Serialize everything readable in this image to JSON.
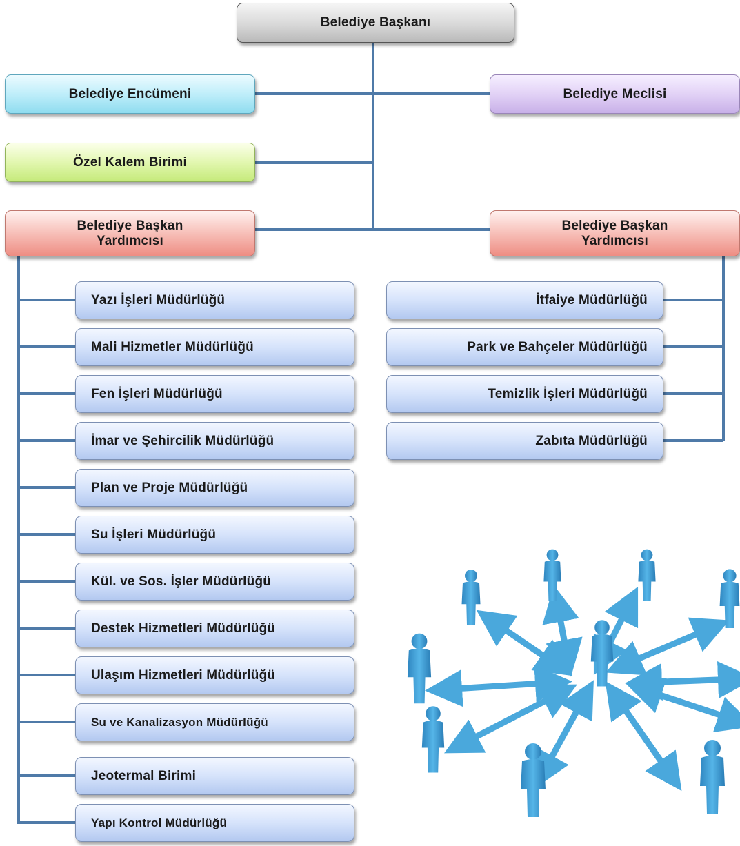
{
  "top": {
    "mayor": "Belediye Başkanı"
  },
  "council": {
    "encumen": "Belediye Encümeni",
    "meclis": "Belediye Meclisi"
  },
  "office": {
    "ozel_kalem": "Özel Kalem Birimi"
  },
  "deputies": {
    "left": {
      "line1": "Belediye Başkan",
      "line2": "Yardımcısı"
    },
    "right": {
      "line1": "Belediye Başkan",
      "line2": "Yardımcısı"
    }
  },
  "left_units": [
    "Yazı İşleri Müdürlüğü",
    "Mali Hizmetler Müdürlüğü",
    "Fen İşleri Müdürlüğü",
    "İmar ve Şehircilik Müdürlüğü",
    "Plan ve Proje Müdürlüğü",
    "Su İşleri Müdürlüğü",
    "Kül. ve Sos. İşler Müdürlüğü",
    "Destek Hizmetleri Müdürlüğü",
    "Ulaşım Hizmetleri Müdürlüğü",
    "Su ve Kanalizasyon Müdürlüğü",
    "Jeotermal Birimi",
    "Yapı Kontrol Müdürlüğü"
  ],
  "right_units": [
    "İtfaiye Müdürlüğü",
    "Park ve Bahçeler Müdürlüğü",
    "Temizlik İşleri Müdürlüğü",
    "Zabıta Müdürlüğü"
  ],
  "colors": {
    "connector": "#4f7aa8",
    "people": "#3d9fd6",
    "arrows": "#4aa8dc"
  },
  "illustration": {
    "icon": "people-network-icon"
  }
}
